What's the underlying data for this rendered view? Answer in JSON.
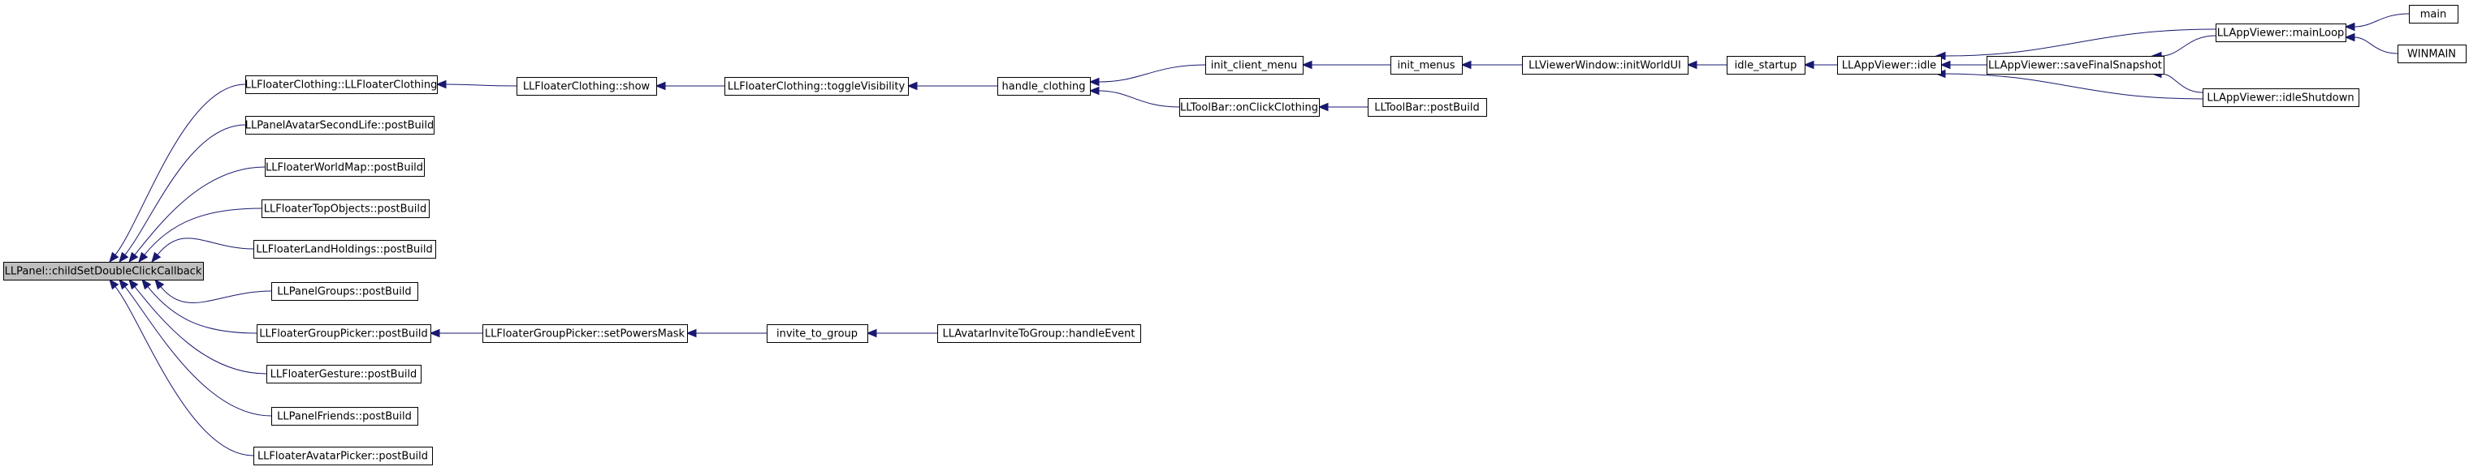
{
  "diagram": {
    "title": "",
    "edge_color": "#191970",
    "highlight_color": "#bfbfbf",
    "nodes": [
      {
        "id": "root",
        "label": "LLPanel::childSetDoubleClickCallback",
        "highlight": true
      },
      {
        "id": "n1",
        "label": "LLFloaterClothing::LLFloaterClothing"
      },
      {
        "id": "n2",
        "label": "LLPanelAvatarSecondLife::postBuild"
      },
      {
        "id": "n3",
        "label": "LLFloaterWorldMap::postBuild"
      },
      {
        "id": "n4",
        "label": "LLFloaterTopObjects::postBuild"
      },
      {
        "id": "n5",
        "label": "LLFloaterLandHoldings::postBuild"
      },
      {
        "id": "n6",
        "label": "LLPanelGroups::postBuild"
      },
      {
        "id": "n7",
        "label": "LLFloaterGroupPicker::postBuild"
      },
      {
        "id": "n8",
        "label": "LLFloaterGesture::postBuild"
      },
      {
        "id": "n9",
        "label": "LLPanelFriends::postBuild"
      },
      {
        "id": "n10",
        "label": "LLFloaterAvatarPicker::postBuild"
      },
      {
        "id": "show",
        "label": "LLFloaterClothing::show"
      },
      {
        "id": "toggle",
        "label": "LLFloaterClothing::toggleVisibility"
      },
      {
        "id": "handle",
        "label": "handle_clothing"
      },
      {
        "id": "icm",
        "label": "init_client_menu"
      },
      {
        "id": "im",
        "label": "init_menus"
      },
      {
        "id": "iwui",
        "label": "LLViewerWindow::initWorldUI"
      },
      {
        "id": "istart",
        "label": "idle_startup"
      },
      {
        "id": "idle",
        "label": "LLAppViewer::idle"
      },
      {
        "id": "mainloop",
        "label": "LLAppViewer::mainLoop"
      },
      {
        "id": "main",
        "label": "main"
      },
      {
        "id": "winmain",
        "label": "WINMAIN"
      },
      {
        "id": "snap",
        "label": "LLAppViewer::saveFinalSnapshot"
      },
      {
        "id": "ishut",
        "label": "LLAppViewer::idleShutdown"
      },
      {
        "id": "tbc",
        "label": "LLToolBar::onClickClothing"
      },
      {
        "id": "tbpb",
        "label": "LLToolBar::postBuild"
      },
      {
        "id": "spm",
        "label": "LLFloaterGroupPicker::setPowersMask"
      },
      {
        "id": "itg",
        "label": "invite_to_group"
      },
      {
        "id": "aitg",
        "label": "LLAvatarInviteToGroup::handleEvent"
      }
    ],
    "edges": [
      {
        "from": "n1",
        "to": "root"
      },
      {
        "from": "n2",
        "to": "root"
      },
      {
        "from": "n3",
        "to": "root"
      },
      {
        "from": "n4",
        "to": "root"
      },
      {
        "from": "n5",
        "to": "root"
      },
      {
        "from": "n6",
        "to": "root"
      },
      {
        "from": "n7",
        "to": "root"
      },
      {
        "from": "n8",
        "to": "root"
      },
      {
        "from": "n9",
        "to": "root"
      },
      {
        "from": "n10",
        "to": "root"
      },
      {
        "from": "show",
        "to": "n1"
      },
      {
        "from": "toggle",
        "to": "show"
      },
      {
        "from": "handle",
        "to": "toggle"
      },
      {
        "from": "icm",
        "to": "handle"
      },
      {
        "from": "tbc",
        "to": "handle"
      },
      {
        "from": "im",
        "to": "icm"
      },
      {
        "from": "iwui",
        "to": "im"
      },
      {
        "from": "istart",
        "to": "iwui"
      },
      {
        "from": "idle",
        "to": "istart"
      },
      {
        "from": "mainloop",
        "to": "idle"
      },
      {
        "from": "snap",
        "to": "idle"
      },
      {
        "from": "ishut",
        "to": "idle"
      },
      {
        "from": "mainloop",
        "to": "snap"
      },
      {
        "from": "ishut",
        "to": "snap"
      },
      {
        "from": "main",
        "to": "mainloop"
      },
      {
        "from": "winmain",
        "to": "mainloop"
      },
      {
        "from": "tbpb",
        "to": "tbc"
      },
      {
        "from": "spm",
        "to": "n7"
      },
      {
        "from": "itg",
        "to": "spm"
      },
      {
        "from": "aitg",
        "to": "itg"
      }
    ]
  }
}
